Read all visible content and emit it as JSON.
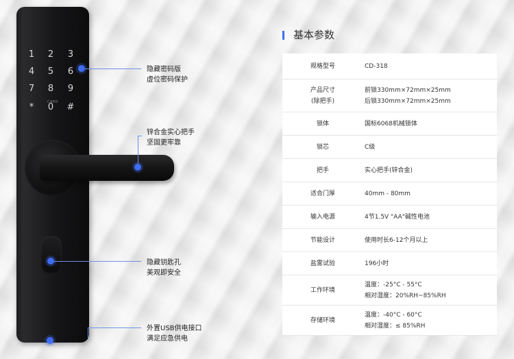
{
  "keypad": {
    "keys": [
      "1",
      "2",
      "3",
      "4",
      "5",
      "6",
      "7",
      "8",
      "9",
      "*",
      "0",
      "#"
    ],
    "card_label": "CARD"
  },
  "callouts": [
    {
      "line1": "隐藏密码版",
      "line2": "虚位密码保护"
    },
    {
      "line1": "锌合金实心把手",
      "line2": "坚固更牢靠"
    },
    {
      "line1": "隐藏钥匙孔",
      "line2": "美观即安全"
    },
    {
      "line1": "外置USB供电接口",
      "line2": "满足应急供电"
    }
  ],
  "section": {
    "title": "基本参数"
  },
  "spec_rows": [
    {
      "key": [
        "规格型号"
      ],
      "value": [
        "CD-318"
      ]
    },
    {
      "key": [
        "产品尺寸",
        "(除把手)"
      ],
      "value": [
        "前锁330mm×72mm×25mm",
        "后锁330mm×72mm×25mm"
      ]
    },
    {
      "key": [
        "锁体"
      ],
      "value": [
        "国标6068机械锁体"
      ]
    },
    {
      "key": [
        "锁芯"
      ],
      "value": [
        "C级"
      ]
    },
    {
      "key": [
        "把手"
      ],
      "value": [
        "实心把手(锌合金)"
      ]
    },
    {
      "key": [
        "适合门厚"
      ],
      "value": [
        "40mm - 80mm"
      ]
    },
    {
      "key": [
        "输入电源"
      ],
      "value": [
        "4节1.5V \"AA\"碱性电池"
      ]
    },
    {
      "key": [
        "节能设计"
      ],
      "value": [
        "使用时长6-12个月以上"
      ]
    },
    {
      "key": [
        "盐雾试验"
      ],
      "value": [
        "196小时"
      ]
    },
    {
      "key": [
        "工作环境"
      ],
      "value": [
        "温度：-25°C - 55°C",
        "相对湿度：20%RH~85%RH"
      ]
    },
    {
      "key": [
        "存储环境"
      ],
      "value": [
        "温度：-40°C - 60°C",
        "相对湿度：≤ 85%RH"
      ]
    }
  ],
  "colors": {
    "accent": "#3f6cf2"
  }
}
